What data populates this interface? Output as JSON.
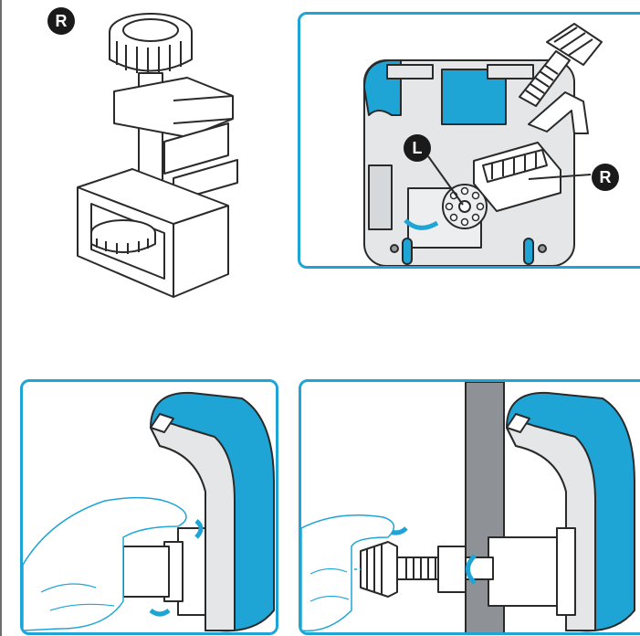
{
  "callouts": {
    "clamp_label": "R",
    "dial_label": "L",
    "clamp_on_device_label": "R"
  },
  "colors": {
    "accent": "#1ea5d6",
    "accent_dark": "#0a8cbd",
    "device_grey": "#e4e6e8",
    "outline": "#2a2a2a"
  }
}
